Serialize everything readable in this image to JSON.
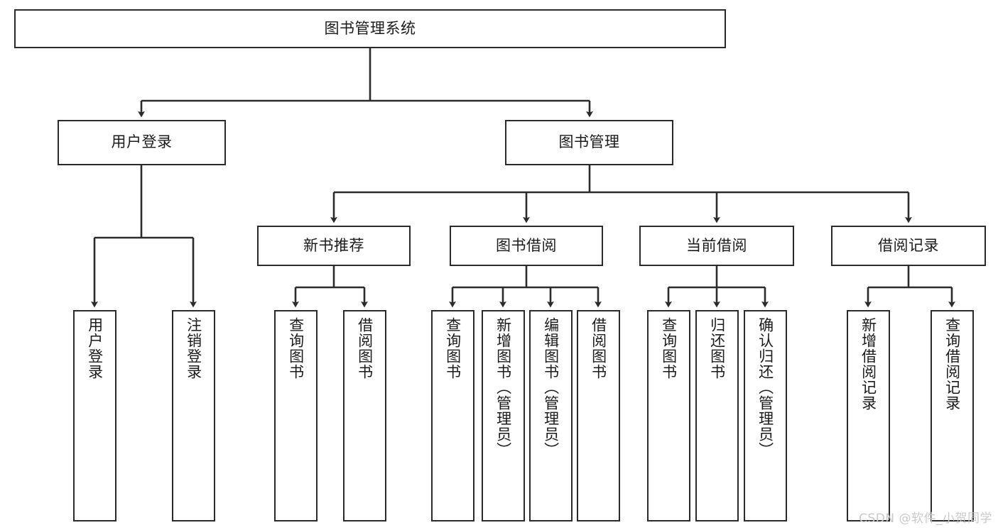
{
  "diagram": {
    "type": "tree",
    "title": "图书管理系统",
    "orientation": "top-down",
    "colors": {
      "box_border": "#2b2b2b",
      "box_fill": "#ffffff",
      "connector": "#2b2b2b",
      "text": "#1b1b1b",
      "watermark": "#c9c9c9",
      "background": "#ffffff"
    },
    "root": {
      "label": "图书管理系统"
    },
    "level2": [
      {
        "label": "用户登录"
      },
      {
        "label": "图书管理"
      }
    ],
    "level3": [
      {
        "label": "新书推荐"
      },
      {
        "label": "图书借阅"
      },
      {
        "label": "当前借阅"
      },
      {
        "label": "借阅记录"
      }
    ],
    "leaves": {
      "user_login": [
        {
          "label": "用户登录"
        },
        {
          "label": "注销登录"
        }
      ],
      "new_book_recommend": [
        {
          "label": "查询图书"
        },
        {
          "label": "借阅图书"
        }
      ],
      "book_borrow": [
        {
          "label": "查询图书"
        },
        {
          "label": "新增图书（管理员）"
        },
        {
          "label": "编辑图书（管理员）"
        },
        {
          "label": "借阅图书"
        }
      ],
      "current_borrow": [
        {
          "label": "查询图书"
        },
        {
          "label": "归还图书"
        },
        {
          "label": "确认归还（管理员）"
        }
      ],
      "borrow_record": [
        {
          "label": "新增借阅记录"
        },
        {
          "label": "查询借阅记录"
        }
      ]
    }
  },
  "watermark": {
    "text": "CSDN @软件_小贺同学"
  }
}
